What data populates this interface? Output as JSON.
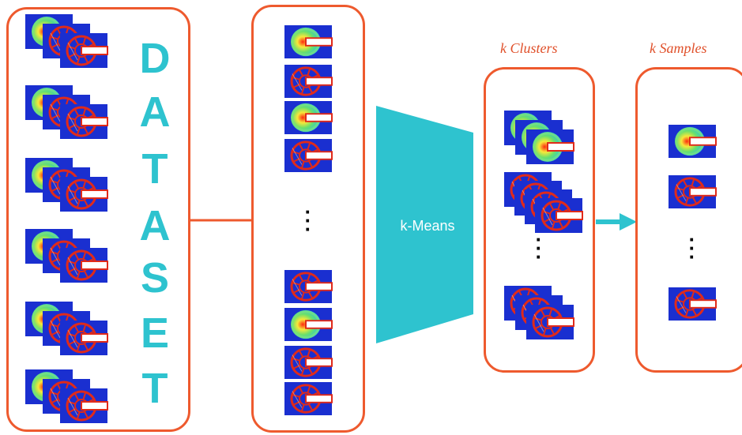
{
  "dataset_letters": [
    "D",
    "A",
    "T",
    "A",
    "S",
    "E",
    "T"
  ],
  "kmeans_label": "k-Means",
  "clusters_label": "k Clusters",
  "samples_label": "k Samples",
  "colors": {
    "box_border": "#ee5a2e",
    "accent": "#2ec3cf",
    "label_text": "#e0502a",
    "field_bg": "#1a2fd0",
    "structure": "#e02a1a"
  },
  "icons": {
    "field_thumbnail": "stress-field-heatmap-icon",
    "structure_thumbnail": "wheel-truss-structure-icon",
    "stack": "thumbnail-stack-icon",
    "ellipsis": "vertical-ellipsis-icon",
    "arrow": "right-arrow-icon"
  }
}
